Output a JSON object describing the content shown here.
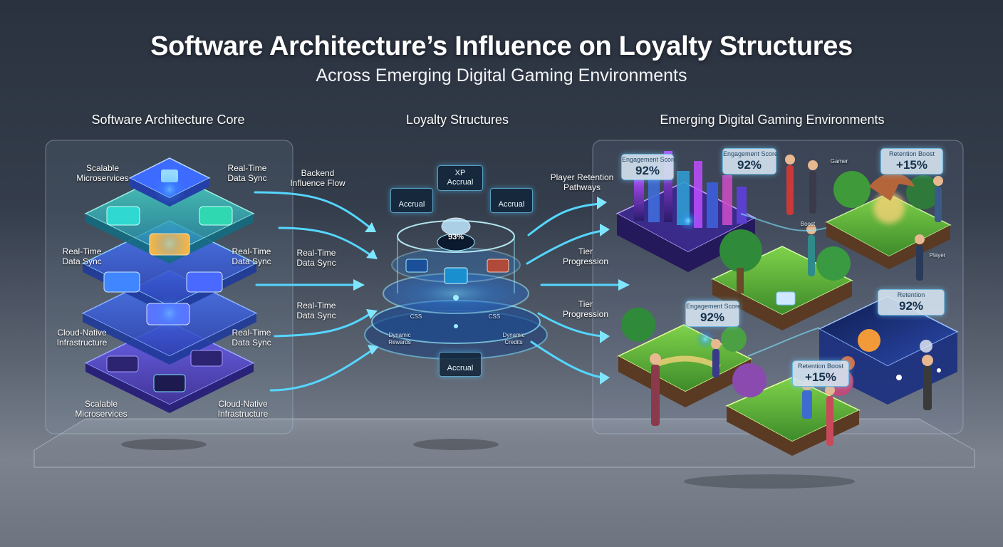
{
  "header": {
    "title": "Software Architecture’s Influence on Loyalty Structures",
    "subtitle": "Across Emerging Digital Gaming Environments"
  },
  "sections": {
    "architecture": "Software Architecture Core",
    "loyalty": "Loyalty Structures",
    "environments": "Emerging Digital Gaming Environments"
  },
  "architecture_labels": {
    "top_left": "Scalable\nMicroservices",
    "top_right": "Real-Time\nData Sync",
    "mid_left": "Real-Time\nData Sync",
    "mid_right": "Real-Time\nData Sync",
    "low_left": "Cloud-Native\nInfrastructure",
    "low_right": "Real-Time\nData Sync",
    "bottom_left": "Scalable\nMicroservices",
    "bottom_right": "Cloud-Native\nInfrastructure"
  },
  "flow_labels": {
    "backend": "Backend\nInfluence Flow",
    "sync_upper": "Real-Time\nData Sync",
    "sync_lower": "Real-Time\nData Sync",
    "retention": "Player Retention\nPathways",
    "tier_upper": "Tier\nProgression",
    "tier_lower": "Tier\nProgression"
  },
  "loyalty_chips": {
    "xp": "XP\nAccrual",
    "left": "Accrual",
    "right": "Accrual",
    "bottom": "Accrual",
    "center_value": "93%"
  },
  "ring_text": {
    "inner_left": "CSS",
    "inner_right": "CSS",
    "outer_left": "Dynamic\nRewards",
    "outer_right": "Dynamic\nCredits"
  },
  "metric_badges": [
    {
      "label": "Engagement Score",
      "value": "92%"
    },
    {
      "label": "Engagement Score",
      "value": "92%"
    },
    {
      "label": "Retention Boost",
      "value": "+15%"
    },
    {
      "label": "Engagement Score",
      "value": "92%"
    },
    {
      "label": "Retention",
      "value": "92%"
    },
    {
      "label": "Retention Boost",
      "value": "+15%"
    }
  ],
  "scene_tags": {
    "player": "Player",
    "gamer": "Gamer",
    "boost": "Boost"
  },
  "colors": {
    "accent_cyan": "#3fd8ff",
    "accent_blue": "#2f7bff",
    "accent_purple": "#8a5cff",
    "accent_teal": "#2fe0b8",
    "accent_gold": "#f2b54a"
  }
}
